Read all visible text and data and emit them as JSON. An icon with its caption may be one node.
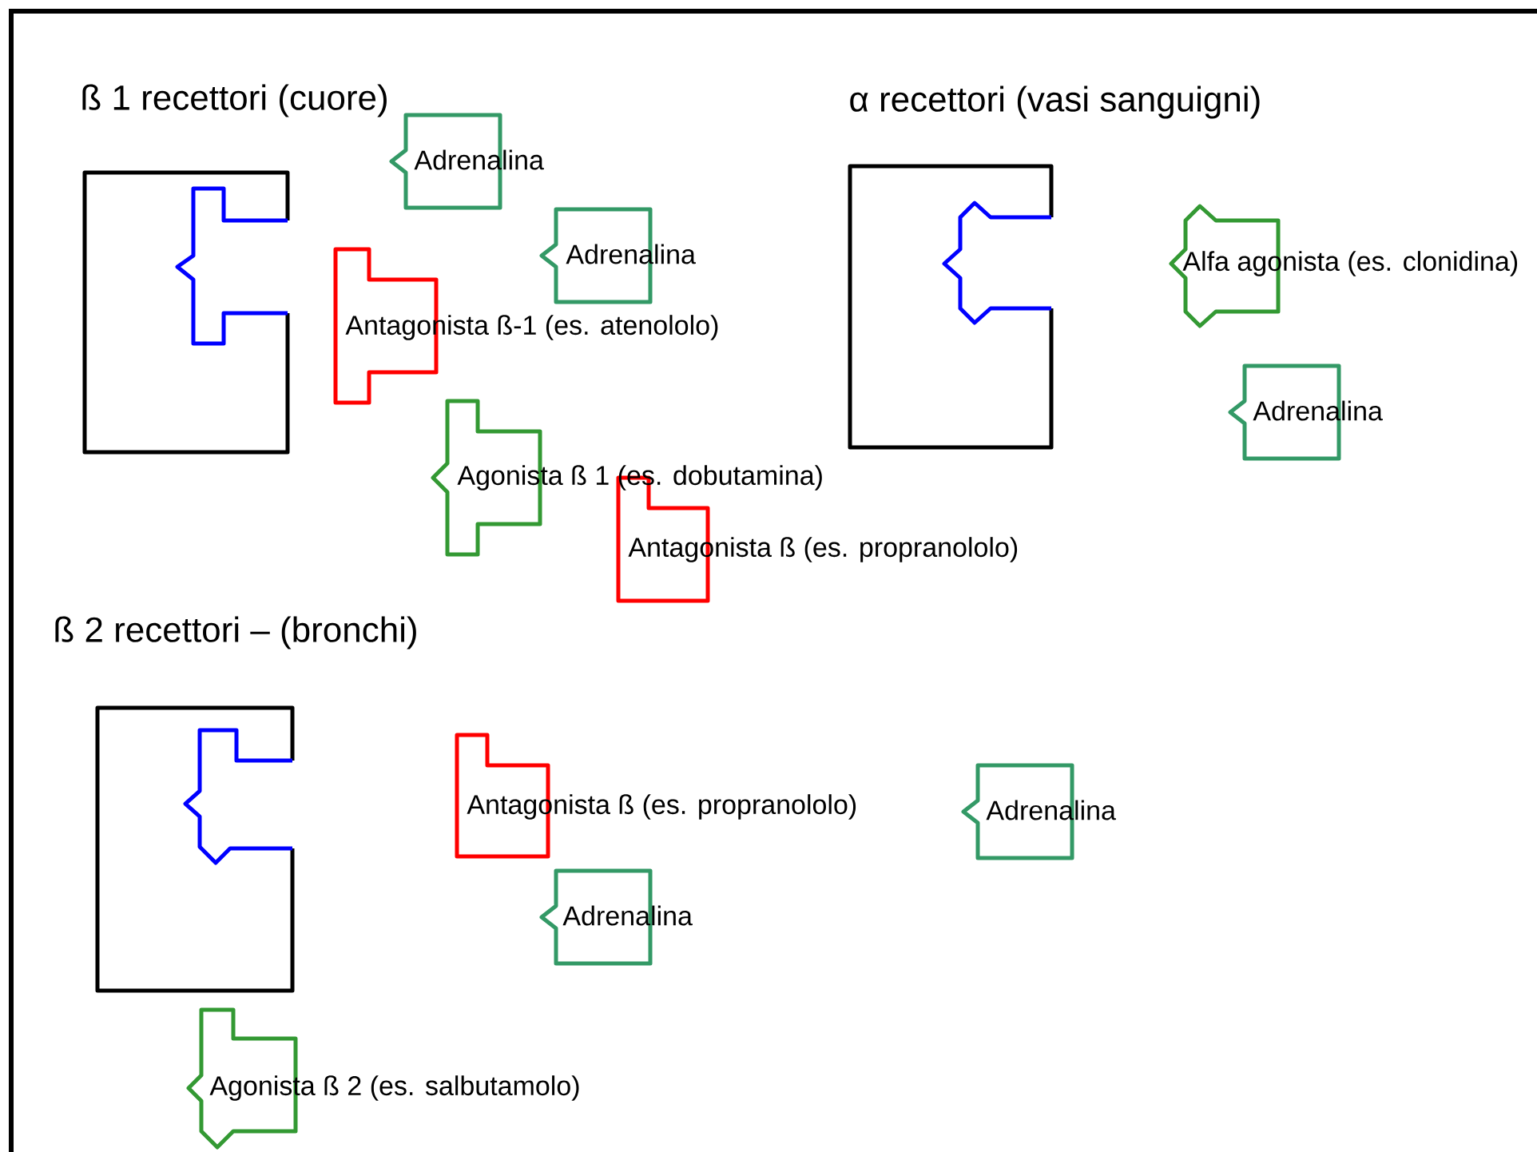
{
  "diagram": {
    "nodes": [
      {
        "text": [],
        "shape": "box"
      },
      {
        "text": [
          "Adrenalina"
        ]
      },
      {
        "text": [
          "Adrenalina"
        ]
      },
      {
        "text": [
          "Antagonista ß-1 (es. atenololo)"
        ]
      },
      {
        "text": [
          "Agonista ß 1 (es. dobutamina)"
        ]
      },
      {
        "text": [
          "Antagonista ß (es. propranololo)"
        ]
      },
      {
        "text": [],
        "shape": "box"
      },
      {
        "text": [
          "Alfa agonista (es. clonidina)"
        ]
      },
      {
        "text": [
          "Adrenalina"
        ]
      },
      {
        "text": [],
        "shape": "box"
      },
      {
        "text": [
          "Antagonista ß (es. propranololo)"
        ]
      },
      {
        "text": [
          "Adrenalina"
        ]
      },
      {
        "text": [
          "Adrenalina"
        ]
      },
      {
        "text": [
          "Agonista ß 2 (es. salbutamolo)"
        ]
      }
    ],
    "labels": [
      "ß 1 recettori (cuore)",
      "α recettori (vasi sanguigni)",
      "ß 2 recettori – (bronchi)"
    ]
  }
}
